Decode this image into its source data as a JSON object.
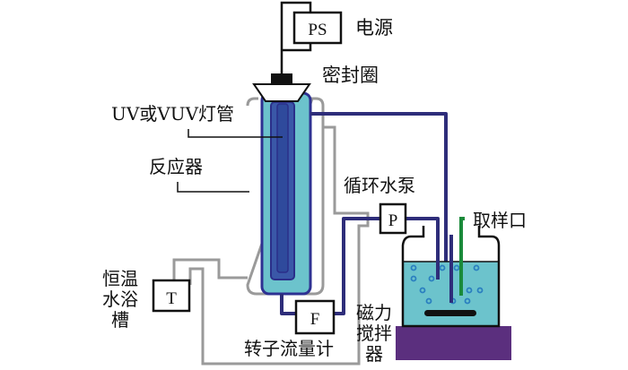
{
  "diagram": {
    "title": "UV/VUV photoreactor experimental setup",
    "colors": {
      "reactor_fill": "#6cc3cc",
      "reactor_border": "#2e3192",
      "lamp_fill": "#3a58a8",
      "lamp_border": "#2b2f8a",
      "pipe_circulation": "#2e2d7a",
      "pipe_cooling": "#9a9a9a",
      "sampling_tube": "#1a8a3a",
      "beaker_water": "#6cc3cc",
      "bubble": "#2a7fc0",
      "stirrer_base": "#5b2f7e",
      "stir_bar": "#111111"
    },
    "components": {
      "power_supply": {
        "symbol": "PS",
        "label": "电源"
      },
      "seal": {
        "label": "密封圈"
      },
      "lamp": {
        "label": "UV或VUV灯管"
      },
      "reactor": {
        "label": "反应器"
      },
      "pump": {
        "symbol": "P",
        "label": "循环水泵"
      },
      "sampling_port": {
        "label": "取样口"
      },
      "thermostat_bath": {
        "symbol": "T",
        "label_lines": [
          "恒温",
          "水浴",
          "槽"
        ]
      },
      "flowmeter": {
        "symbol": "F",
        "label": "转子流量计"
      },
      "magnetic_stirrer": {
        "label_lines": [
          "磁力",
          "搅拌",
          "器"
        ]
      }
    }
  }
}
